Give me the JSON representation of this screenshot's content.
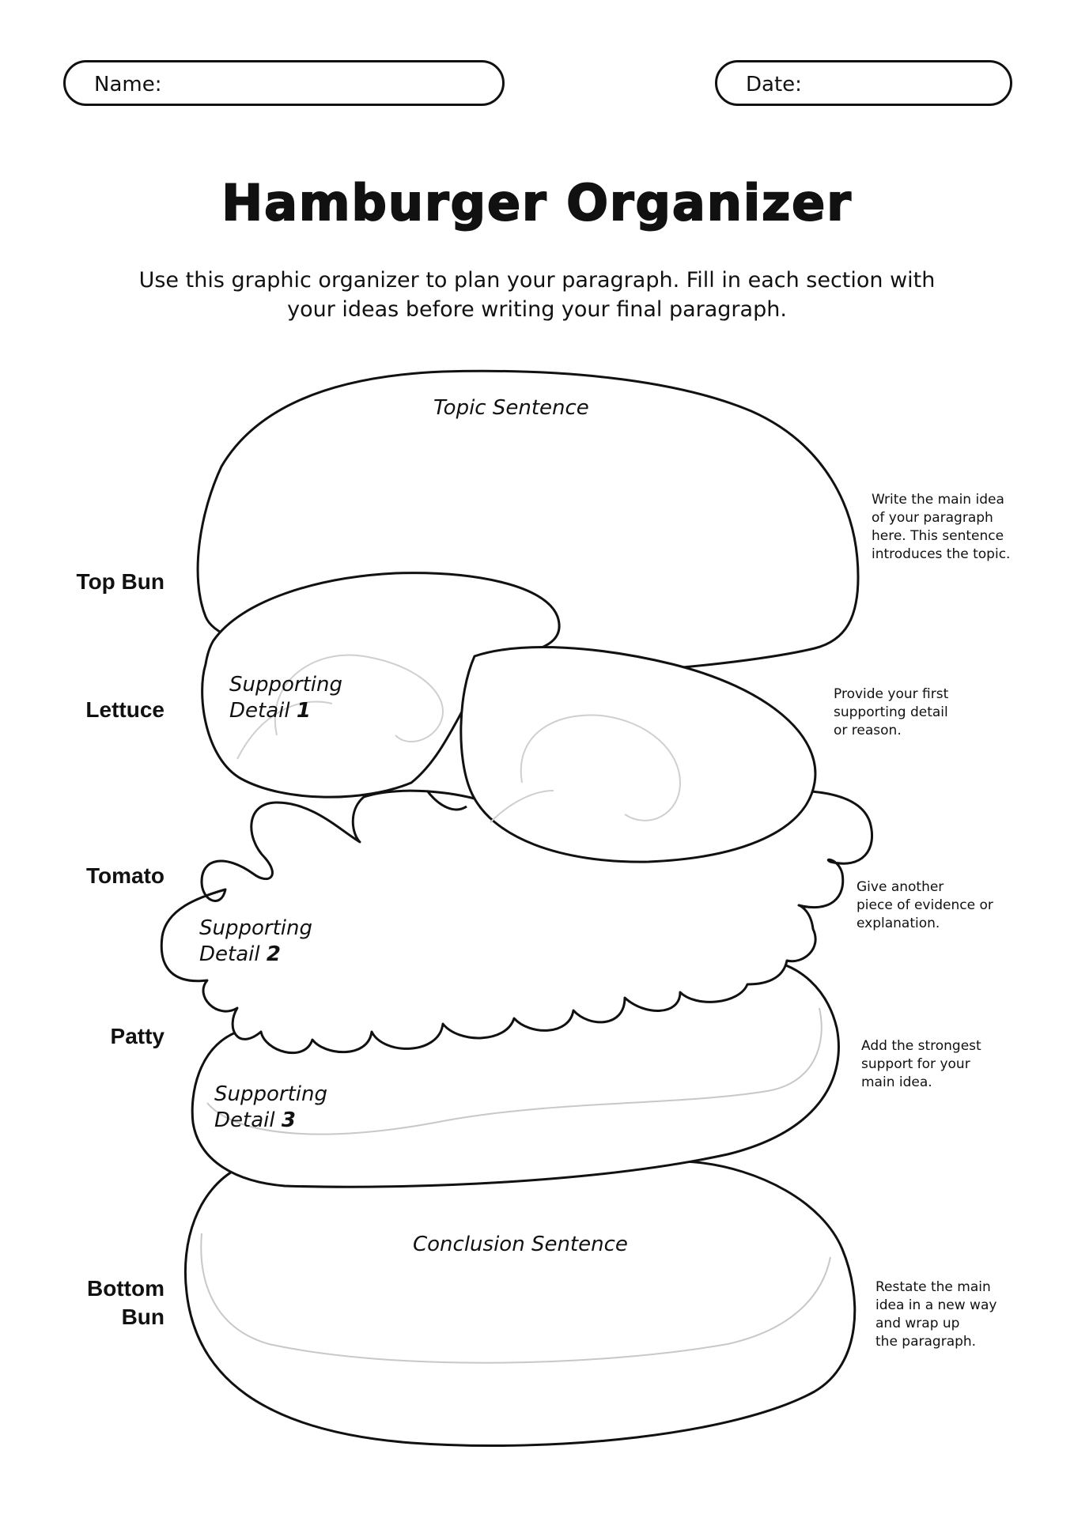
{
  "header": {
    "name_label": "Name:",
    "date_label": "Date:"
  },
  "title": "Hamburger Organizer",
  "instructions": {
    "line1": "Use this graphic organizer to plan your paragraph. Fill in each section with",
    "line2": "your ideas before writing your final paragraph."
  },
  "layers": {
    "top_bun": {
      "label": "Top Bun",
      "section_text": "Topic Sentence",
      "hint": [
        "Write the main idea",
        "of your paragraph",
        "here. This sentence",
        "introduces the topic."
      ]
    },
    "lettuce": {
      "label": "Lettuce",
      "section_text_1": "Supporting",
      "section_text_2": "Detail",
      "section_number": "1",
      "hint": [
        "Provide your first",
        "supporting detail",
        "or reason."
      ]
    },
    "tomato": {
      "label": "Tomato",
      "section_text_1": "Supporting",
      "section_text_2": "Detail",
      "section_number": "2",
      "hint": [
        "Give another",
        "piece of evidence or",
        "explanation."
      ]
    },
    "patty": {
      "label": "Patty",
      "section_text_1": "Supporting",
      "section_text_2": "Detail",
      "section_number": "3",
      "hint": [
        "Add the strongest",
        "support for your",
        "main idea."
      ]
    },
    "bottom_bun": {
      "label_1": "Bottom",
      "label_2": "Bun",
      "section_text": "Conclusion Sentence",
      "hint": [
        "Restate the main",
        "idea in a new way",
        "and wrap up",
        "the paragraph."
      ]
    }
  }
}
